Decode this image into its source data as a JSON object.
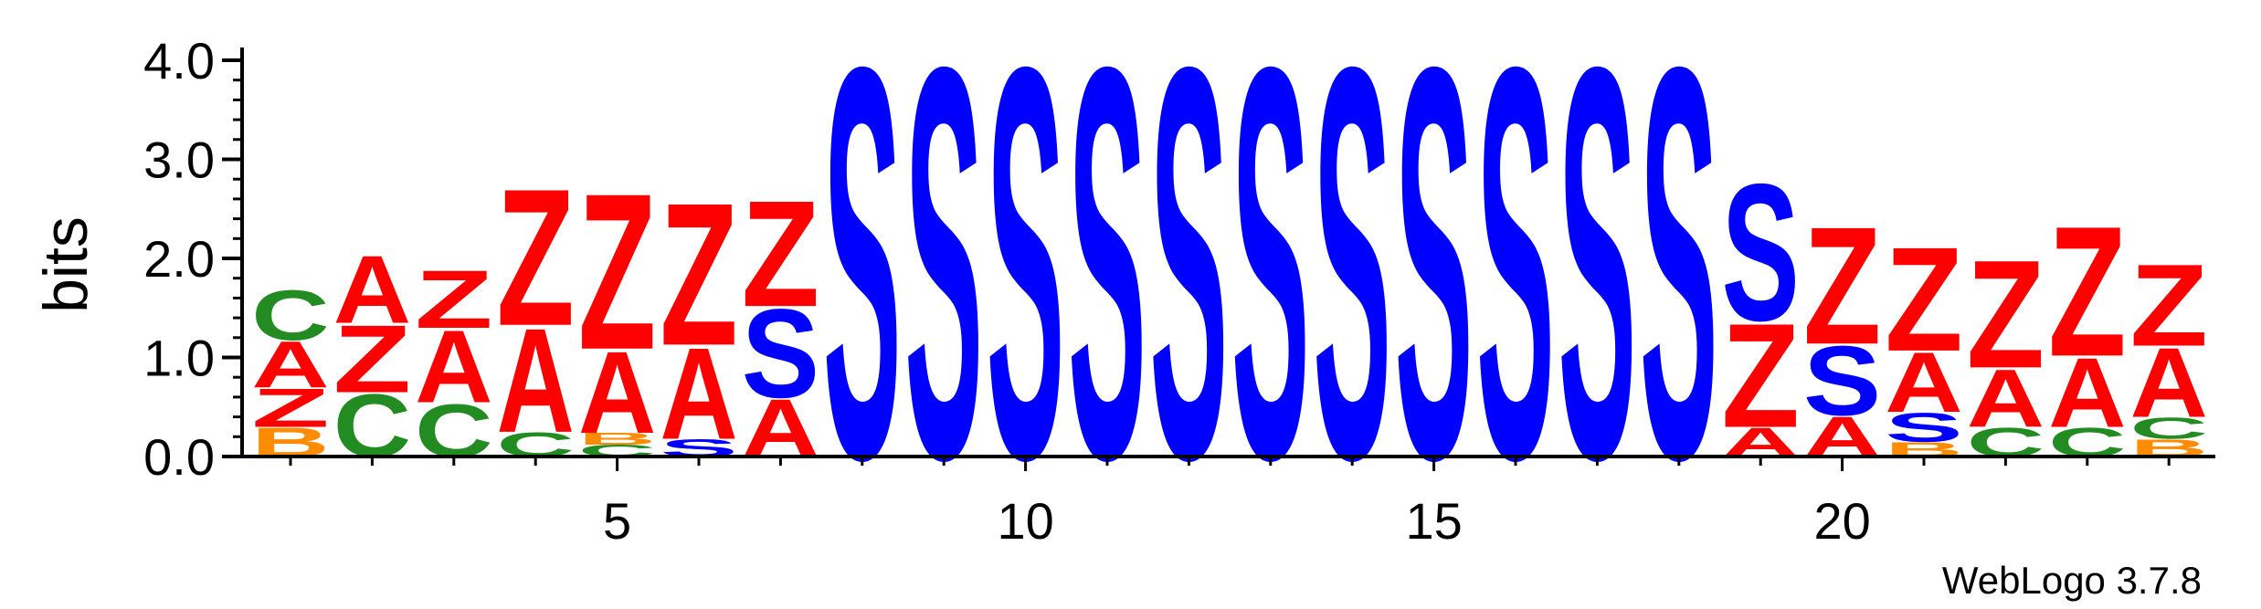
{
  "chart_data": {
    "type": "sequence-logo",
    "ylabel": "bits",
    "ylim": [
      0,
      4.0
    ],
    "y_ticks": [
      "0.0",
      "1.0",
      "2.0",
      "3.0",
      "4.0"
    ],
    "x_ticks": [
      5,
      10,
      15,
      20
    ],
    "positions": [
      {
        "pos": 1,
        "stack": [
          {
            "l": "B",
            "h": 0.3
          },
          {
            "l": "Z",
            "h": 0.4
          },
          {
            "l": "A",
            "h": 0.48
          },
          {
            "l": "C",
            "h": 0.52
          }
        ]
      },
      {
        "pos": 2,
        "stack": [
          {
            "l": "C",
            "h": 0.65
          },
          {
            "l": "Z",
            "h": 0.7
          },
          {
            "l": "A",
            "h": 0.7
          }
        ]
      },
      {
        "pos": 3,
        "stack": [
          {
            "l": "C",
            "h": 0.55
          },
          {
            "l": "A",
            "h": 0.75
          },
          {
            "l": "Z",
            "h": 0.6
          }
        ]
      },
      {
        "pos": 4,
        "stack": [
          {
            "l": "C",
            "h": 0.25
          },
          {
            "l": "A",
            "h": 1.08
          },
          {
            "l": "Z",
            "h": 1.42
          }
        ]
      },
      {
        "pos": 5,
        "stack": [
          {
            "l": "C",
            "h": 0.12
          },
          {
            "l": "B",
            "h": 0.12
          },
          {
            "l": "A",
            "h": 0.85
          },
          {
            "l": "Z",
            "h": 1.62
          }
        ]
      },
      {
        "pos": 6,
        "stack": [
          {
            "l": "S",
            "h": 0.18
          },
          {
            "l": "A",
            "h": 0.95
          },
          {
            "l": "Z",
            "h": 1.48
          }
        ]
      },
      {
        "pos": 7,
        "stack": [
          {
            "l": "A",
            "h": 0.6
          },
          {
            "l": "S",
            "h": 0.92
          },
          {
            "l": "Z",
            "h": 1.1
          }
        ]
      },
      {
        "pos": 8,
        "stack": [
          {
            "l": "S",
            "h": 4.06
          }
        ]
      },
      {
        "pos": 9,
        "stack": [
          {
            "l": "S",
            "h": 4.06
          }
        ]
      },
      {
        "pos": 10,
        "stack": [
          {
            "l": "S",
            "h": 4.06
          }
        ]
      },
      {
        "pos": 11,
        "stack": [
          {
            "l": "S",
            "h": 4.06
          }
        ]
      },
      {
        "pos": 12,
        "stack": [
          {
            "l": "S",
            "h": 4.06
          }
        ]
      },
      {
        "pos": 13,
        "stack": [
          {
            "l": "S",
            "h": 4.06
          }
        ]
      },
      {
        "pos": 14,
        "stack": [
          {
            "l": "S",
            "h": 4.06
          }
        ]
      },
      {
        "pos": 15,
        "stack": [
          {
            "l": "S",
            "h": 4.06
          }
        ]
      },
      {
        "pos": 16,
        "stack": [
          {
            "l": "S",
            "h": 4.06
          }
        ]
      },
      {
        "pos": 17,
        "stack": [
          {
            "l": "S",
            "h": 4.06
          }
        ]
      },
      {
        "pos": 18,
        "stack": [
          {
            "l": "S",
            "h": 4.06
          }
        ]
      },
      {
        "pos": 19,
        "stack": [
          {
            "l": "A",
            "h": 0.3
          },
          {
            "l": "Z",
            "h": 1.08
          },
          {
            "l": "S",
            "h": 1.42
          }
        ]
      },
      {
        "pos": 20,
        "stack": [
          {
            "l": "A",
            "h": 0.42
          },
          {
            "l": "S",
            "h": 0.72
          },
          {
            "l": "Z",
            "h": 1.22
          }
        ]
      },
      {
        "pos": 21,
        "stack": [
          {
            "l": "B",
            "h": 0.15
          },
          {
            "l": "S",
            "h": 0.3
          },
          {
            "l": "A",
            "h": 0.62
          },
          {
            "l": "Z",
            "h": 1.08
          }
        ]
      },
      {
        "pos": 22,
        "stack": [
          {
            "l": "C",
            "h": 0.3
          },
          {
            "l": "A",
            "h": 0.6
          },
          {
            "l": "Z",
            "h": 1.12
          }
        ]
      },
      {
        "pos": 23,
        "stack": [
          {
            "l": "C",
            "h": 0.3
          },
          {
            "l": "A",
            "h": 0.72
          },
          {
            "l": "Z",
            "h": 1.35
          }
        ]
      },
      {
        "pos": 24,
        "stack": [
          {
            "l": "B",
            "h": 0.18
          },
          {
            "l": "C",
            "h": 0.22
          },
          {
            "l": "A",
            "h": 0.72
          },
          {
            "l": "Z",
            "h": 0.85
          }
        ]
      }
    ],
    "colors": {
      "A": "#ff0000",
      "Z": "#ff0000",
      "S": "#0000ff",
      "C": "#228b22",
      "B": "#ff8c00"
    }
  },
  "footer": {
    "credit": "WebLogo 3.7.8"
  }
}
